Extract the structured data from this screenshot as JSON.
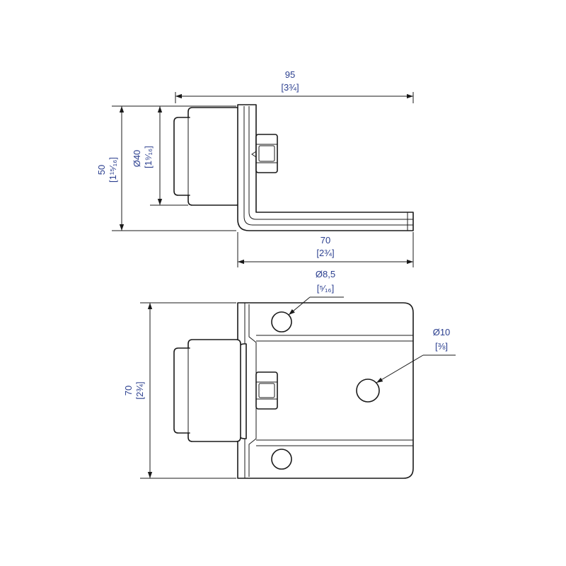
{
  "colors": {
    "line": "#1a1a1a",
    "label": "#2b3f8f",
    "background": "#ffffff"
  },
  "top_view": {
    "width_overall": {
      "metric": "95",
      "imperial": "[3¾]"
    },
    "height": {
      "metric": "50",
      "imperial": "[1¹⁵⁄₁₆]"
    },
    "roller_diameter": {
      "metric": "Ø40",
      "imperial": "[1⁹⁄₁₆]"
    },
    "bracket_depth": {
      "metric": "70",
      "imperial": "[2¾]"
    }
  },
  "front_view": {
    "mount_hole": {
      "metric": "Ø8,5",
      "imperial": "[⁵⁄₁₆]"
    },
    "center_hole": {
      "metric": "Ø10",
      "imperial": "[⅜]"
    },
    "height": {
      "metric": "70",
      "imperial": "[2¾]"
    }
  }
}
